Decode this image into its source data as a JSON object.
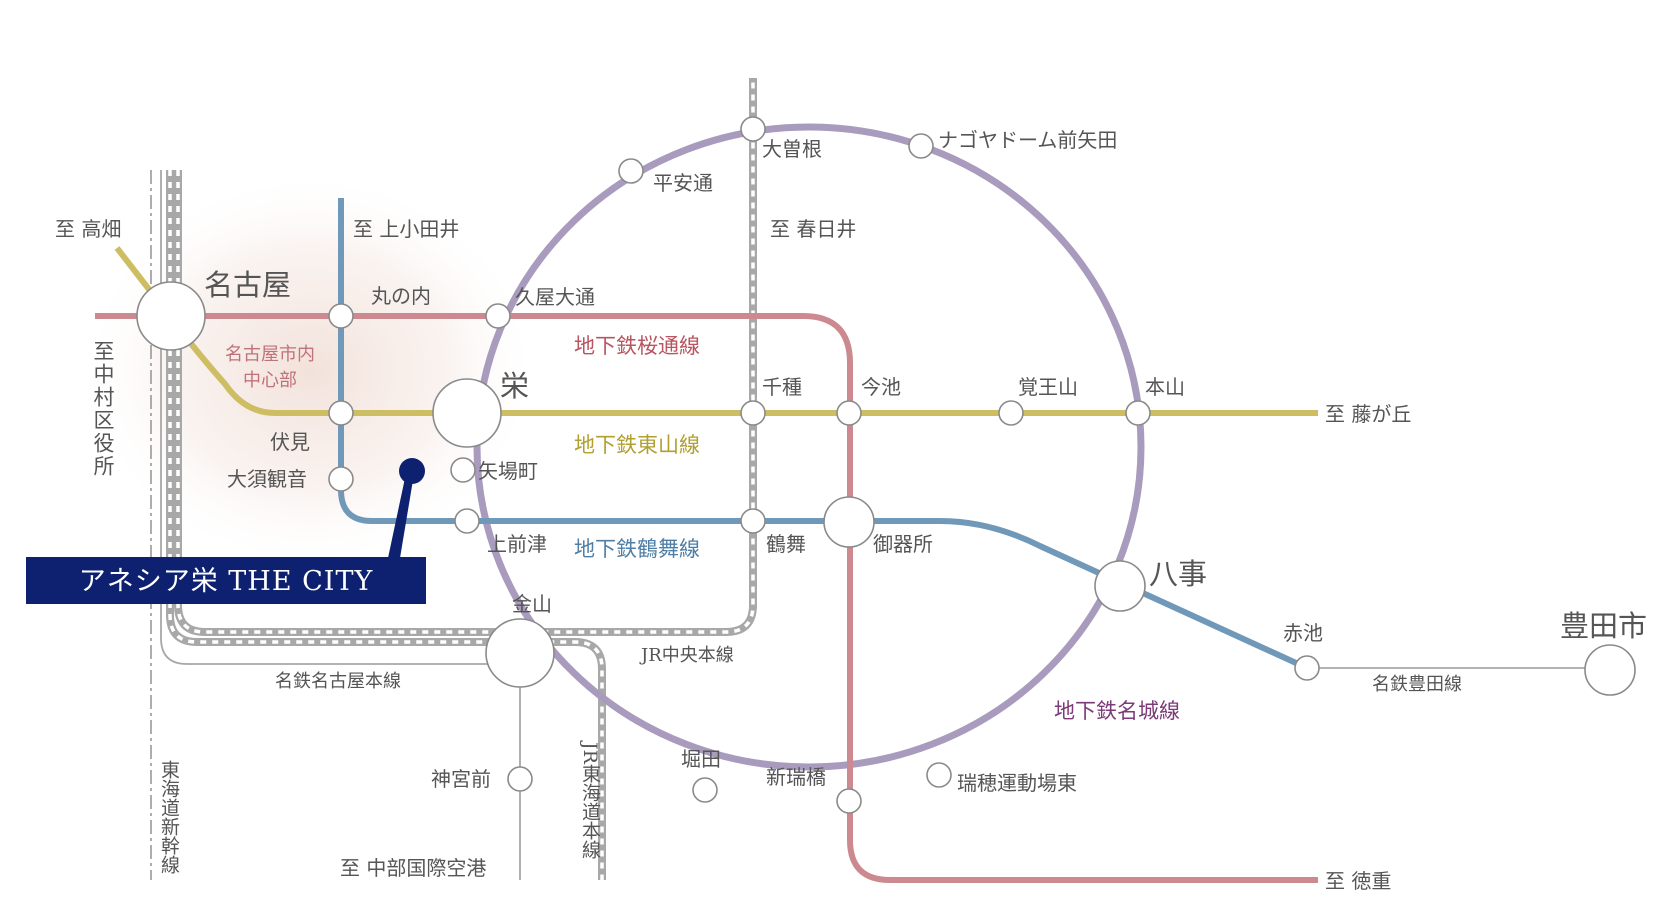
{
  "colors": {
    "meijo": "#a99bbd",
    "sakuradori": "#cc8990",
    "higashiyama": "#cdbe63",
    "tsurumai": "#7098b8",
    "jr": "#aaaaaa",
    "meitetsu": "#aaaaaa",
    "sakuradori_label": "#b85560",
    "higashiyama_label": "#b0a030",
    "tsurumai_label": "#4f7fa6",
    "meijo_label": "#7d3a78",
    "banner_bg": "#0e2170",
    "property_marker": "#0e2170",
    "district_text": "#c0727a"
  },
  "property": {
    "name": "アネシア栄 THE CITY"
  },
  "district": {
    "line1": "名古屋市内",
    "line2": "中心部"
  },
  "lines": {
    "sakuradori": "地下鉄桜通線",
    "higashiyama": "地下鉄東山線",
    "tsurumai": "地下鉄鶴舞線",
    "meijo": "地下鉄名城線",
    "jr_chuo": "JR中央本線",
    "meitetsu_nagoya": "名鉄名古屋本線",
    "meitetsu_toyota": "名鉄豊田線",
    "jr_tokaido": "JR東海道本線",
    "tokaido_shinkansen": "東海道新幹線"
  },
  "stations": {
    "nagoya": "名古屋",
    "sakae": "栄",
    "yagoto": "八事",
    "kanayama": "金山",
    "toyotashi": "豊田市",
    "marunouchi": "丸の内",
    "hisaya_odori": "久屋大通",
    "fushimi": "伏見",
    "osu_kannon": "大須観音",
    "yabacho": "矢場町",
    "kamimaezu": "上前津",
    "tsurumai": "鶴舞",
    "gokiso": "御器所",
    "chikusa": "千種",
    "imaike": "今池",
    "kakuozan": "覚王山",
    "motoyama": "本山",
    "ozone": "大曽根",
    "heian_dori": "平安通",
    "nagoya_dome": "ナゴヤドーム前矢田",
    "horita": "堀田",
    "shin_mizuho_bashi": "新瑞橋",
    "mizuho_undojo_higashi": "瑞穂運動場東",
    "akaike": "赤池",
    "jingu_mae": "神宮前"
  },
  "destinations": {
    "takabata": "至 高畑",
    "kamiotai": "至 上小田井",
    "kasugai": "至 春日井",
    "fujigaoka": "至 藤が丘",
    "tokushige": "至 徳重",
    "chubu_airport": "至 中部国際空港",
    "nakamura_kuyakusho": "至中村区役所"
  }
}
